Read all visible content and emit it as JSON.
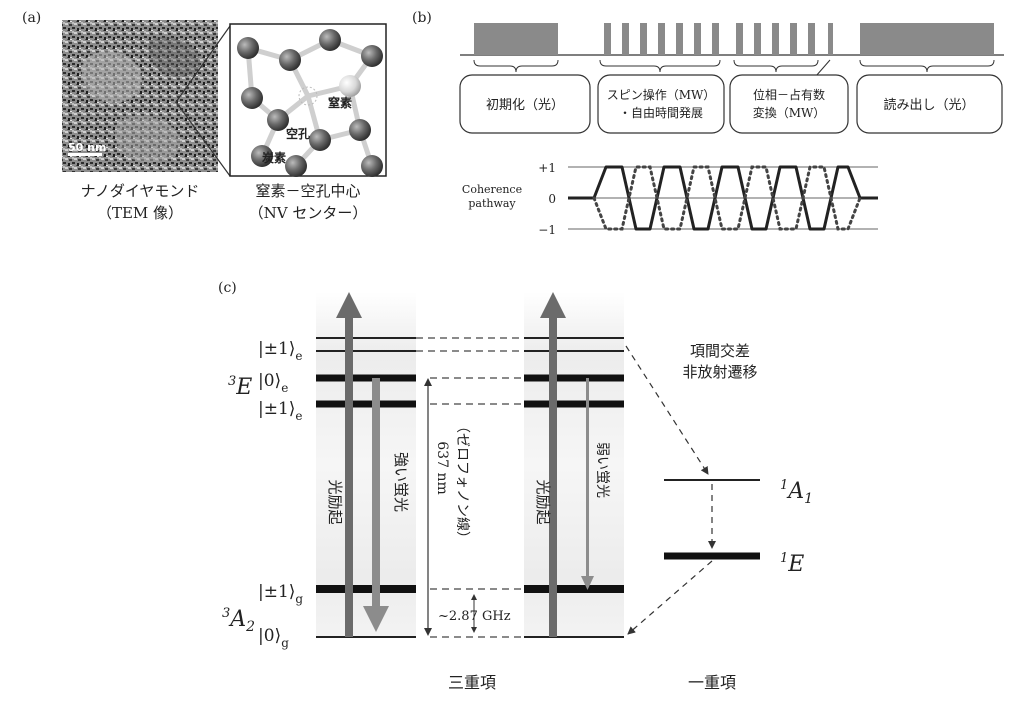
{
  "panel_a": {
    "label": "(a)",
    "scale_bar": "50 nm",
    "lattice_labels": {
      "nitrogen": "窒素",
      "vacancy": "空孔",
      "carbon": "炭素"
    },
    "caption_left": [
      "ナノダイヤモンド",
      "（TEM 像）"
    ],
    "caption_right": [
      "窒素－空孔中心",
      "（NV センター）"
    ]
  },
  "panel_b": {
    "label": "(b)",
    "boxes": [
      "初期化（光）",
      "スピン操作（MW）",
      "・自由時間発展",
      "位相－占有数",
      "変換（MW）",
      "読み出し（光）"
    ],
    "coherence_label": [
      "Coherence",
      "pathway"
    ],
    "levels": [
      "+1",
      "0",
      "−1"
    ]
  },
  "panel_c": {
    "label": "(c)",
    "triplet_upper_term": "E",
    "triplet_upper_mult": "3",
    "triplet_lower_term": "A",
    "triplet_lower_sub": "2",
    "triplet_lower_mult": "3",
    "excited_states": [
      "|±1⟩",
      "|0⟩",
      "|±1⟩"
    ],
    "excited_sub": "e",
    "ground_states": [
      "|±1⟩",
      "|0⟩"
    ],
    "ground_sub": "g",
    "excitation_left": "光励起",
    "fluor_strong": "強い蛍光",
    "zpl": "637 nm",
    "zpl_paren": "（ゼロフォノン線）",
    "splitting": "~2.87 GHz",
    "excitation_right": "光励起",
    "fluor_weak": "弱い蛍光",
    "isc": [
      "項間交差",
      "非放射遷移"
    ],
    "singlet_upper_term": "A",
    "singlet_upper_sub": "1",
    "singlet_upper_mult": "1",
    "singlet_lower_term": "E",
    "singlet_lower_mult": "1",
    "triplet_caption": "三重項",
    "singlet_caption": "一重項"
  }
}
